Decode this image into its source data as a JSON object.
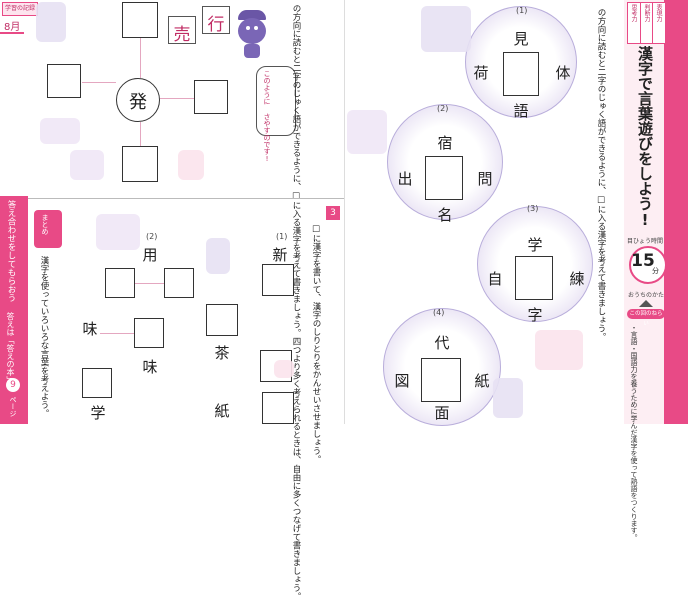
{
  "left_page": {
    "header_label": "学習の記録",
    "month": "8月",
    "sidebar_answers": "答え合わせをしてもらおう",
    "sidebar_answer_ref": "答えは「答えの本」",
    "sidebar_page_num": "9",
    "sidebar_page_suffix": "ページ",
    "hint_badge": "まとめ",
    "hint_text": "漢字を使っていろいろな言葉を考えよう。",
    "top_puzzle": {
      "center": "発",
      "tag_1": "売",
      "tag_2": "行"
    },
    "speech_bubble": "このように さやすのです!",
    "instruction_2": "の方向に読むと二字のじゅく語ができるように、□に入る漢字を考えて書きましょう。四つより多く考えられるときは、自由に多くつなげて書きましょう。",
    "section3_num": "3",
    "section3_instruction": "□に漢字を書いて、漢字のしりとりをかんせいさせましょう。",
    "chain_1": {
      "num": "(1)",
      "start": "新",
      "mid": "茶",
      "end": "紙"
    },
    "chain_2": {
      "num": "(2)",
      "start": "用",
      "mid_left": "味",
      "mid_right": "味",
      "bottom": "学"
    }
  },
  "right_page": {
    "title": "漢字で言葉遊びをしよう!",
    "tag_1": "思考力",
    "tag_2": "判断力",
    "tag_3": "表現力",
    "goal_label": "目ひょう時間",
    "goal_time": "15",
    "goal_unit": "分",
    "note_label": "おうちのかたへ",
    "note_badge": "この回のねらい",
    "note_text": "・言語・国語力を養うために学んだ漢字を使って熟語をつくります。",
    "instruction": "の方向に読むと二字のじゅく語ができるように、□に入る漢字を考えて書きましょう。",
    "puzzles": [
      {
        "num": "(1)",
        "top": "見",
        "left": "荷",
        "right": "体",
        "bottom": "語"
      },
      {
        "num": "(2)",
        "top": "宿",
        "left": "出",
        "right": "問",
        "bottom": "名"
      },
      {
        "num": "(3)",
        "top": "学",
        "left": "自",
        "right": "練",
        "bottom": "字"
      },
      {
        "num": "(4)",
        "top": "代",
        "left": "図",
        "right": "紙",
        "bottom": "面"
      }
    ]
  },
  "colors": {
    "accent_pink": "#e84a86",
    "lavender": "#d7cdea",
    "arrow_pink": "#e4a7c0"
  }
}
